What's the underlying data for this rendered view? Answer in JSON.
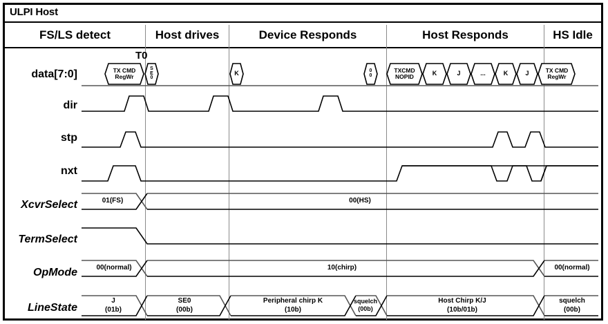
{
  "window": {
    "title": "ULPI Host"
  },
  "phases": [
    {
      "name": "FS/LS detect",
      "label": "FS/LS detect"
    },
    {
      "name": "Host drives",
      "label": "Host drives"
    },
    {
      "name": "Device Responds",
      "label": "Device Responds"
    },
    {
      "name": "Host Responds",
      "label": "Host Responds"
    },
    {
      "name": "HS Idle",
      "label": "HS Idle"
    }
  ],
  "markers": {
    "t0": "T0"
  },
  "signals": [
    {
      "key": "data",
      "label": "data[7:0]",
      "italic": false
    },
    {
      "key": "dir",
      "label": "dir",
      "italic": false
    },
    {
      "key": "stp",
      "label": "stp",
      "italic": false
    },
    {
      "key": "nxt",
      "label": "nxt",
      "italic": false
    },
    {
      "key": "xcvrselect",
      "label": "XcvrSelect",
      "italic": true
    },
    {
      "key": "termselect",
      "label": "TermSelect",
      "italic": true
    },
    {
      "key": "opmode",
      "label": "OpMode",
      "italic": true
    },
    {
      "key": "linestate",
      "label": "LineState",
      "italic": true
    }
  ],
  "data_bus": {
    "packets": [
      {
        "id": "txcmd-regwr-1",
        "line1": "TX CMD",
        "line2": "RegWr"
      },
      {
        "id": "se0",
        "stacked": [
          "S",
          "E",
          "0"
        ]
      },
      {
        "id": "k-1",
        "line1": "K"
      },
      {
        "id": "zero-zero",
        "stacked": [
          "0",
          "0"
        ]
      },
      {
        "id": "txcmd-nopid",
        "line1": "TXCMD",
        "line2": "NOPID"
      },
      {
        "id": "k-2",
        "line1": "K"
      },
      {
        "id": "j-1",
        "line1": "J"
      },
      {
        "id": "ellipsis",
        "line1": "..."
      },
      {
        "id": "k-3",
        "line1": "K"
      },
      {
        "id": "j-2",
        "line1": "J"
      },
      {
        "id": "txcmd-regwr-2",
        "line1": "TX CMD",
        "line2": "RegWr"
      }
    ]
  },
  "xcvrselect": {
    "states": [
      {
        "line1": "01(FS)"
      },
      {
        "line1": "00(HS)"
      }
    ]
  },
  "opmode": {
    "states": [
      {
        "line1": "00(normal)"
      },
      {
        "line1": "10(chirp)"
      },
      {
        "line1": "00(normal)"
      }
    ]
  },
  "linestate": {
    "states": [
      {
        "line1": "J",
        "line2": "(01b)"
      },
      {
        "line1": "SE0",
        "line2": "(00b)"
      },
      {
        "line1": "Peripheral chirp K",
        "line2": "(10b)"
      },
      {
        "line1": "squelch",
        "line2": "(00b)"
      },
      {
        "line1": "Host Chirp K/J",
        "line2": "(10b/01b)"
      },
      {
        "line1": "squelch",
        "line2": "(00b)"
      }
    ]
  },
  "colors": {
    "ink": "#000000",
    "divider": "#8a8a8a",
    "background": "#ffffff"
  }
}
